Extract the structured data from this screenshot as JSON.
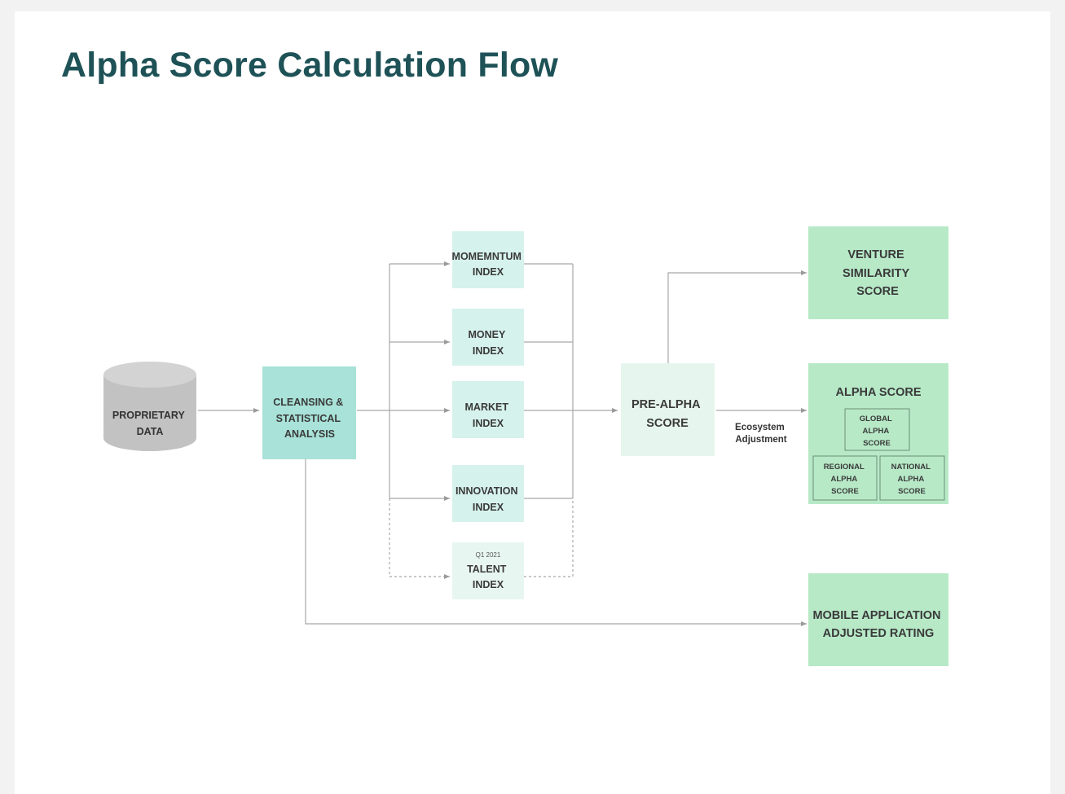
{
  "title": "Alpha Score Calculation Flow",
  "colors": {
    "title": "#1e5257",
    "teal_box": "#a8e2d8",
    "index_box": "#d6f2ec",
    "talent_box": "#e8f6f2",
    "prealpha_box": "#e6f6ee",
    "output_box": "#b7e9c7",
    "database": "#c2c2c2"
  },
  "nodes": {
    "proprietary": [
      "PROPRIETARY",
      "DATA"
    ],
    "cleansing": [
      "CLEANSING &",
      "STATISTICAL",
      "ANALYSIS"
    ],
    "momentum": [
      "MOMEMNTUM",
      "INDEX"
    ],
    "money": [
      "MONEY",
      "INDEX"
    ],
    "market": [
      "MARKET",
      "INDEX"
    ],
    "innovation": [
      "INNOVATION",
      "INDEX"
    ],
    "talent_note": "Q1 2021",
    "talent": [
      "TALENT",
      "INDEX"
    ],
    "prealpha": [
      "PRE-ALPHA",
      "SCORE"
    ],
    "venture": [
      "VENTURE",
      "SIMILARITY",
      "SCORE"
    ],
    "alpha": "ALPHA SCORE",
    "global": [
      "GLOBAL",
      "ALPHA",
      "SCORE"
    ],
    "regional": [
      "REGIONAL",
      "ALPHA",
      "SCORE"
    ],
    "national": [
      "NATIONAL",
      "ALPHA",
      "SCORE"
    ],
    "mobile": [
      "MOBILE APPLICATION",
      "ADJUSTED RATING"
    ]
  },
  "edge_labels": {
    "ecosystem": [
      "Ecosystem",
      "Adjustment"
    ]
  }
}
